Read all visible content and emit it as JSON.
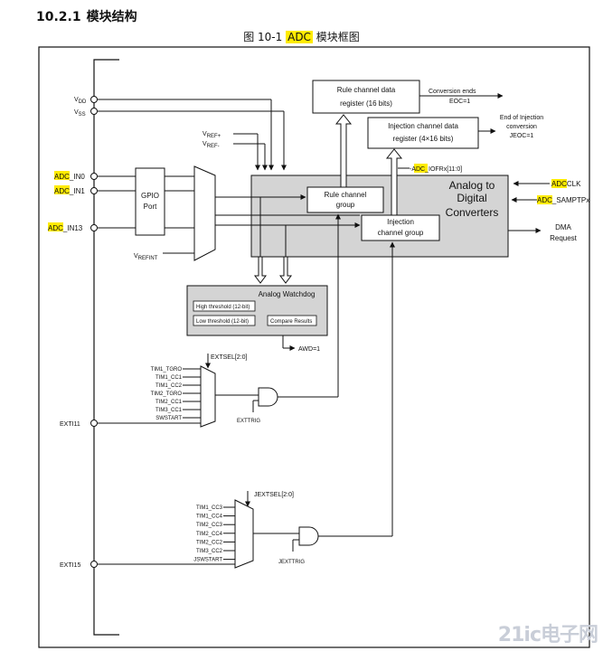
{
  "heading": {
    "number": "10.2.1",
    "title": "模块结构"
  },
  "caption": {
    "prefix": "图 10-1",
    "highlight": "ADC",
    "suffix": "模块框图"
  },
  "diagram": {
    "supply": {
      "vdd": "V",
      "vdd_sub": "DD",
      "vss": "V",
      "vss_sub": "SS"
    },
    "vref": {
      "plus": "V",
      "plus_sub": "REF+",
      "minus": "V",
      "minus_sub": "REF-"
    },
    "vrefint": {
      "main": "V",
      "sub": "REFINT"
    },
    "inputs": [
      {
        "prefix": "ADC",
        "suffix": "_IN0"
      },
      {
        "prefix": "ADC",
        "suffix": "_IN1"
      },
      {
        "prefix": "ADC",
        "suffix": "_IN13"
      }
    ],
    "gpio": [
      "GPIO",
      "Port"
    ],
    "adc_block": [
      "Analog to",
      "Digital",
      "Converters"
    ],
    "rule_group": [
      "Rule channel",
      "group"
    ],
    "inj_group": [
      "Injection",
      "channel group"
    ],
    "rule_reg": [
      "Rule channel data",
      "register (16 bits)"
    ],
    "inj_reg": [
      "Injection channel data",
      "register (4×16 bits)"
    ],
    "conversion_ends": "Conversion ends",
    "eoc": "EOC=1",
    "end_inj": [
      "End of Injection",
      "conversion",
      "JEOC=1"
    ],
    "iofr": {
      "prefix": "-ADC",
      "suffix": "_IOFRx[11:0]"
    },
    "adcclk": {
      "prefix": "ADC",
      "suffix": "CLK"
    },
    "samptp": {
      "prefix": "ADC",
      "suffix": "_SAMPTPx"
    },
    "dma": [
      "DMA",
      "Request"
    ],
    "watchdog": {
      "title": "Analog Watchdog",
      "high": "High threshold (12-bit)",
      "low": "Low threshold (12-bit)",
      "compare": "Compare Results",
      "awd": "AWD=1"
    },
    "extsel": "EXTSEL[2:0]",
    "ext_inputs": [
      "TIM1_TGRO",
      "TIM1_CC1",
      "TIM1_CC2",
      "TIM2_TGRO",
      "TIM2_CC1",
      "TIM3_CC1",
      "SWSTART"
    ],
    "exttrig": "EXTTRIG",
    "exti11": "EXTI11",
    "jextsel": "JEXTSEL[2:0]",
    "jext_inputs": [
      "TIM1_CC3",
      "TIM1_CC4",
      "TIM2_CC3",
      "TIM2_CC4",
      "TIM2_CC2",
      "TIM3_CC2",
      "JSWSTART"
    ],
    "jexttrig": "JEXTTRIG",
    "exti15": "EXTI15",
    "watermark": "21ic电子网"
  }
}
